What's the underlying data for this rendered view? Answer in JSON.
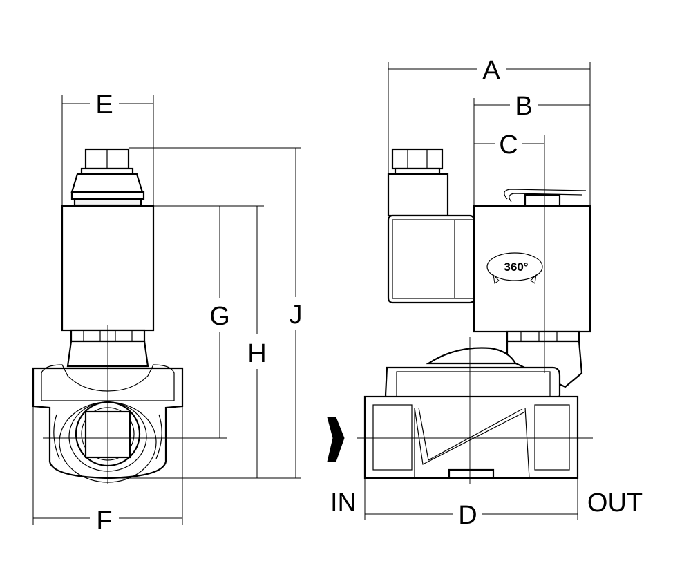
{
  "labels": {
    "A": "A",
    "B": "B",
    "C": "C",
    "D": "D",
    "E": "E",
    "F": "F",
    "G": "G",
    "H": "H",
    "J": "J",
    "rotation": "360°",
    "inlet": "IN",
    "outlet": "OUT"
  }
}
